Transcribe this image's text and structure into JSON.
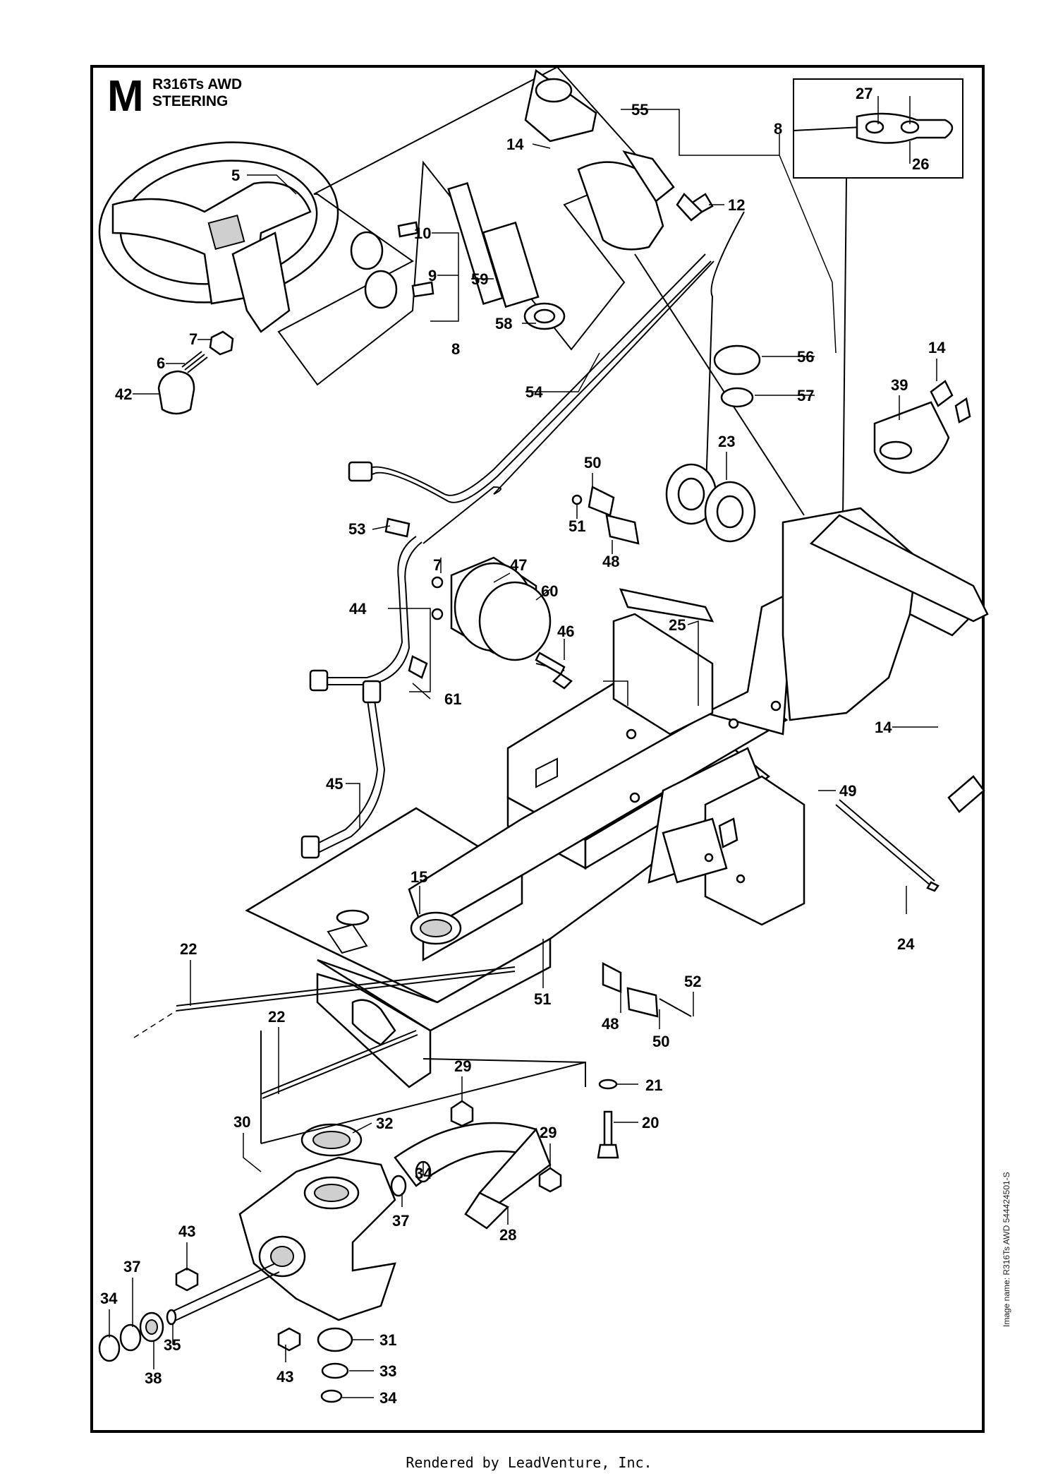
{
  "header": {
    "section_letter": "M",
    "model": "R316Ts AWD",
    "title": "STEERING"
  },
  "footer": {
    "rendered_by": "Rendered by LeadVenture, Inc."
  },
  "side_note": "Image name: R316Ts AWD 544424501-S",
  "callouts": {
    "c5": "5",
    "c7a": "7",
    "c6": "6",
    "c42": "42",
    "c10": "10",
    "c9": "9",
    "c59": "59",
    "c8a": "8",
    "c58": "58",
    "c14a": "14",
    "c55": "55",
    "c8b": "8",
    "c12": "12",
    "c56": "56",
    "c57": "57",
    "c54": "54",
    "c27": "27",
    "c26": "26",
    "c14b": "14",
    "c39": "39",
    "c23": "23",
    "c50a": "50",
    "c51a": "51",
    "c48a": "48",
    "c53": "53",
    "c7b": "7",
    "c47": "47",
    "c60": "60",
    "c44": "44",
    "c46": "46",
    "c25": "25",
    "c61": "61",
    "c14c": "14",
    "c45": "45",
    "c49": "49",
    "c15": "15",
    "c24": "24",
    "c22a": "22",
    "c22b": "22",
    "c51b": "51",
    "c48b": "48",
    "c52": "52",
    "c50b": "50",
    "c29a": "29",
    "c21": "21",
    "c30": "30",
    "c32": "32",
    "c20": "20",
    "c29b": "29",
    "c34a": "34",
    "c37a": "37",
    "c28": "28",
    "c43a": "43",
    "c37b": "37",
    "c34b": "34",
    "c35": "35",
    "c38": "38",
    "c31": "31",
    "c43b": "43",
    "c33": "33",
    "c34c": "34"
  }
}
